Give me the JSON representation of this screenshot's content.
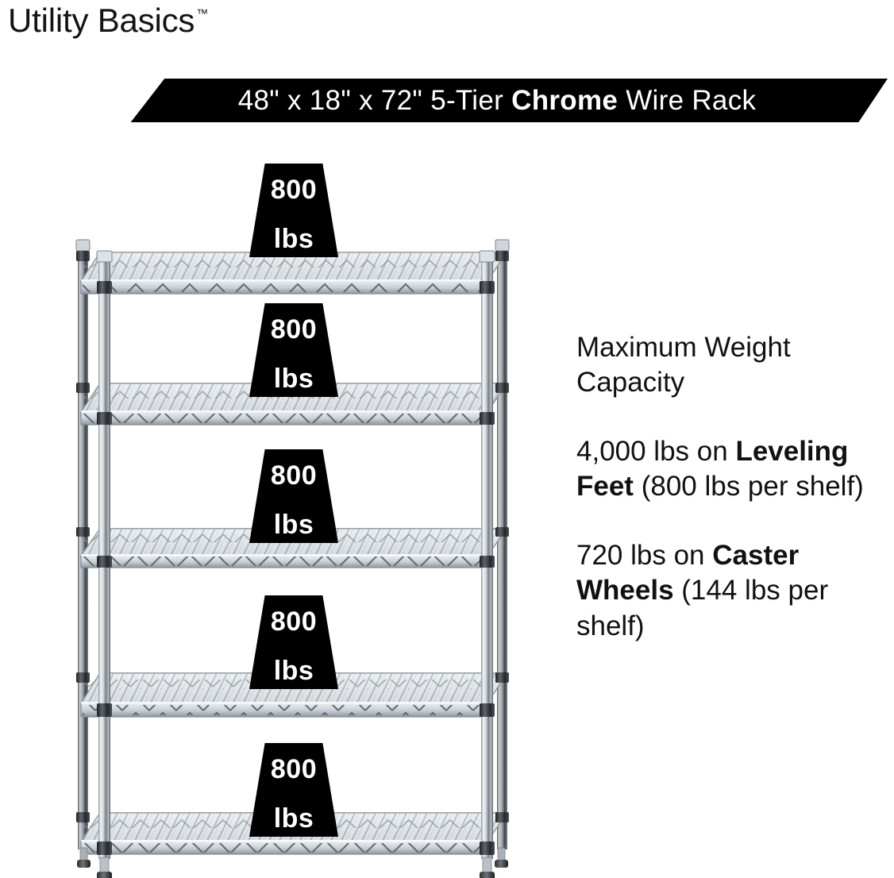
{
  "brand": {
    "name": "Utility Basics",
    "trademark": "™"
  },
  "banner": {
    "size": "48\" x 18\" x 72\"",
    "tier": "5-Tier",
    "material": "Chrome",
    "product": "Wire Rack",
    "full_text": "48\" x 18\" x 72\" 5-Tier Chrome Wire Rack",
    "background_color": "#000000",
    "text_color": "#ffffff"
  },
  "copy": {
    "heading": "Maximum Weight Capacity",
    "leveling": {
      "lead": "4,000 lbs on ",
      "bold": "Leveling Feet",
      "tail": " (800 lbs per shelf)"
    },
    "caster": {
      "lead": "720 lbs on ",
      "bold": "Caster Wheels",
      "tail": " (144 lbs per shelf)"
    }
  },
  "callouts": [
    {
      "value": "800",
      "unit": "lbs",
      "shelf": 1
    },
    {
      "value": "800",
      "unit": "lbs",
      "shelf": 2
    },
    {
      "value": "800",
      "unit": "lbs",
      "shelf": 3
    },
    {
      "value": "800",
      "unit": "lbs",
      "shelf": 4
    },
    {
      "value": "800",
      "unit": "lbs",
      "shelf": 5
    }
  ],
  "product_image": {
    "alt": "5-tier chrome wire shelving rack with leveling feet",
    "shelf_count": 5,
    "finish": "chrome",
    "accent_colors": {
      "chrome_light": "#f4f6f8",
      "chrome_mid": "#c3c9cf",
      "chrome_dark": "#6f767d",
      "wire_line": "#4c5359",
      "collar": "#2b2f33"
    }
  }
}
